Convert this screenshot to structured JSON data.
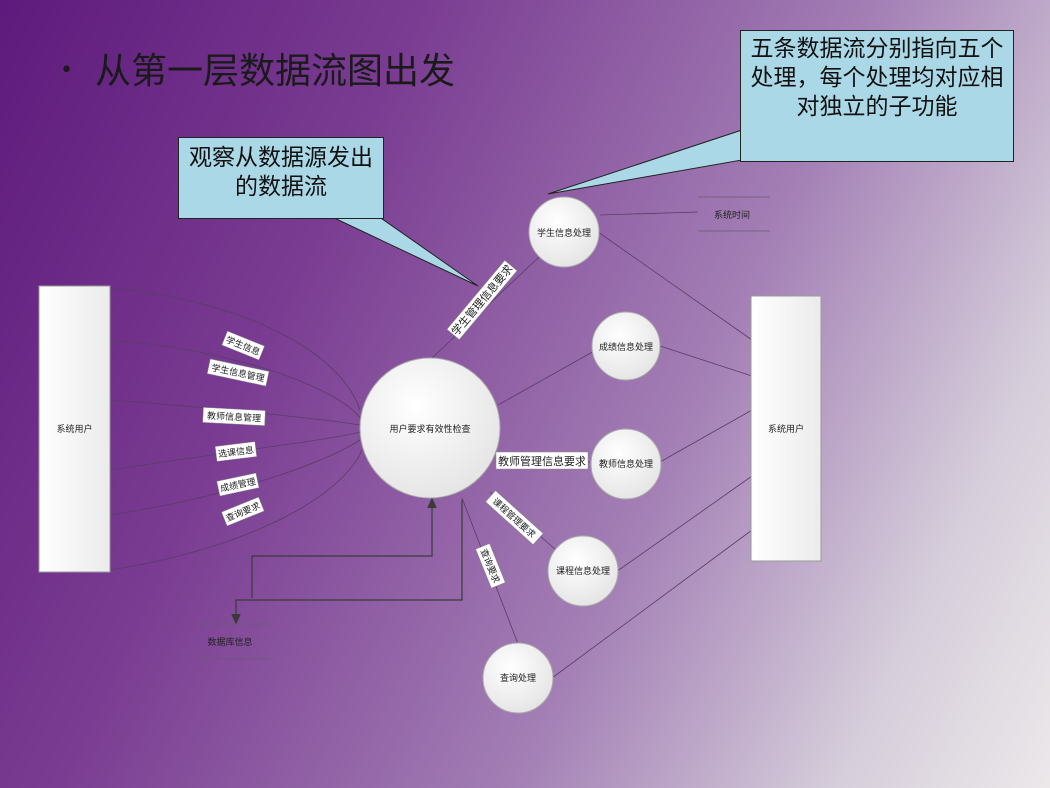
{
  "slide": {
    "bullet": "•",
    "title": "从第一层数据流图出发"
  },
  "callouts": {
    "left": "观察从数据源发出的数据流",
    "right": "五条数据流分别指向五个处理，每个处理均对应相对独立的子功能"
  },
  "diagram": {
    "entity_left": "系统用户",
    "entity_right": "系统用户",
    "datastore_time": "系统时间",
    "datastore_db": "数据库信息",
    "center_process": "用户要求有效性检查",
    "processes": {
      "student": "学生信息处理",
      "grade": "成绩信息处理",
      "teacher": "教师信息处理",
      "course": "课程信息处理",
      "query": "查询处理"
    },
    "input_flows": [
      "学生信息",
      "学生信息管理",
      "教师信息管理",
      "选课信息",
      "成绩管理",
      "查询要求"
    ],
    "output_flows": {
      "student": "学生管理信息要求",
      "teacher": "教师管理信息要求",
      "course": "课程管理要求",
      "query": "查询要求"
    }
  },
  "colors": {
    "callout_fill": "#abd8e6",
    "node_fill": "#f4f4f4",
    "line": "#5a3c68"
  }
}
